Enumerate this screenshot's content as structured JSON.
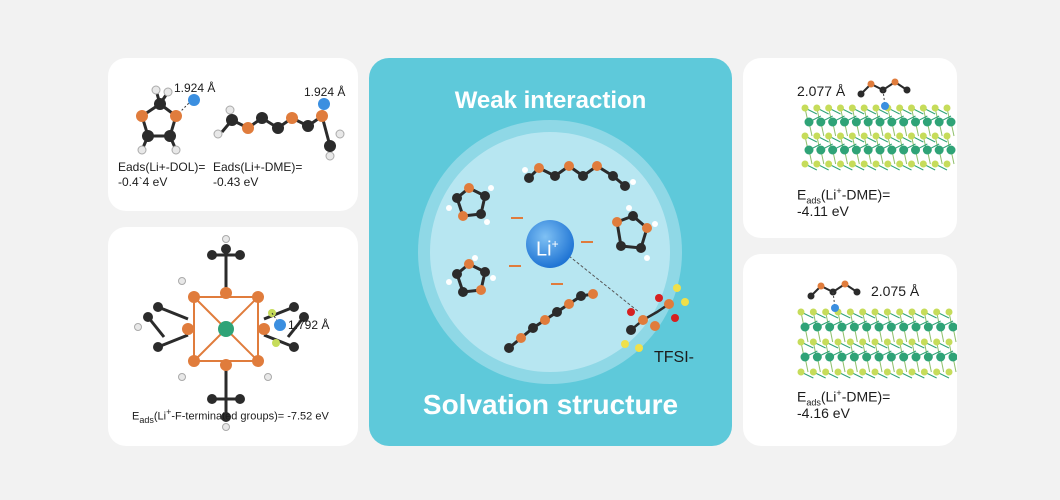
{
  "panel_tl": {
    "dol_distance": "1.924 Å",
    "dme_distance": "1.924 Å",
    "dol_energy_line1": "Eads(Li+-DOL)=",
    "dol_energy_line2": "-0.4`4 eV",
    "dme_energy_line1": "Eads(Li+-DME)=",
    "dme_energy_line2": "-0.43 eV"
  },
  "panel_bl": {
    "distance": "1.792 Å",
    "energy_prefix": "E",
    "energy_sub": "ads",
    "energy_text1": "(Li",
    "energy_sup": "+",
    "energy_text2": "-F-terminated groups)= -7.52 eV"
  },
  "center": {
    "title_top": "Weak interaction",
    "title_bottom": "Solvation structure",
    "li_label": "Li",
    "li_sup": "+",
    "tfsi_label": "TFSI-"
  },
  "panel_tr": {
    "distance": "2.077 Å",
    "energy_prefix": "E",
    "energy_sub": "ads",
    "energy_text1": "(Li",
    "energy_sup": "+",
    "energy_text2": "-DME)=",
    "energy_value": "-4.11 eV"
  },
  "panel_br": {
    "distance": "2.075 Å",
    "energy_prefix": "E",
    "energy_sub": "ads",
    "energy_text1": "(Li",
    "energy_sup": "+",
    "energy_text2": "-DME)=",
    "energy_value": "-4.16 eV"
  },
  "colors": {
    "carbon": "#2b2b2b",
    "oxygen": "#e07c3c",
    "hydrogen": "#e8e8e8",
    "lithium": "#3b8fe0",
    "fluorine": "#c6dc5a",
    "titanium": "#2fa377",
    "panel_bg": "#5ec9da",
    "inner_circle": "#b7e6f1"
  },
  "icons": [
    "molecule-dol-icon",
    "molecule-dme-icon",
    "li-ion-icon",
    "mxene-slab-icon",
    "tfsi-anion-icon"
  ]
}
